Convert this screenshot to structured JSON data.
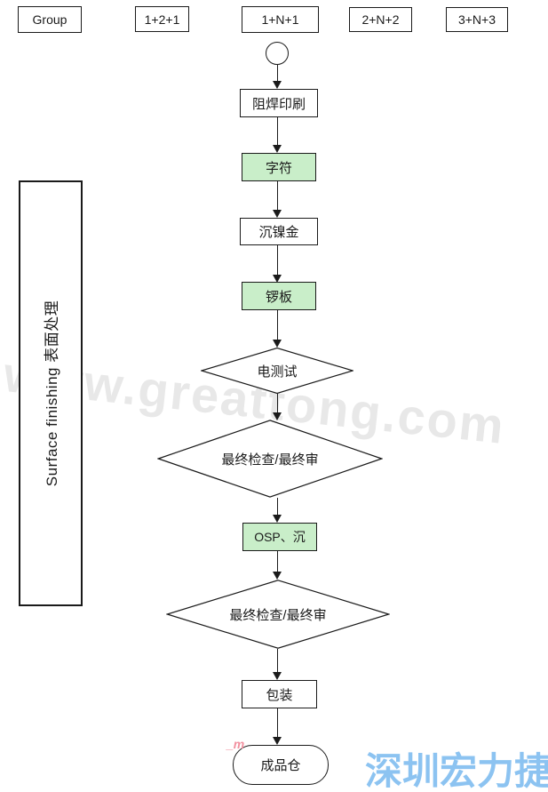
{
  "legend_row": {
    "items": [
      {
        "label": "Group"
      },
      {
        "label": "1+2+1"
      },
      {
        "label": "1+N+1"
      },
      {
        "label": "2+N+2"
      },
      {
        "label": "3+N+3"
      }
    ]
  },
  "side_panel": {
    "label": "Surface finishing 表面处理"
  },
  "flowchart": {
    "nodes": [
      {
        "id": "start",
        "type": "start-circle",
        "label": ""
      },
      {
        "id": "solder-mask-print",
        "type": "process",
        "label": "阻焊印刷"
      },
      {
        "id": "silkscreen-legend",
        "type": "process-highlight",
        "label": "字符"
      },
      {
        "id": "enig",
        "type": "process",
        "label": "沉镍金"
      },
      {
        "id": "routing",
        "type": "process-highlight",
        "label": "锣板"
      },
      {
        "id": "electrical-test",
        "type": "decision",
        "label": "电测试"
      },
      {
        "id": "final-inspection-1",
        "type": "decision",
        "label": "最终检查/最终审"
      },
      {
        "id": "osp",
        "type": "process-highlight",
        "label": "OSP、沉"
      },
      {
        "id": "final-inspection-2",
        "type": "decision",
        "label": "最终检查/最终审"
      },
      {
        "id": "packing",
        "type": "process",
        "label": "包装"
      },
      {
        "id": "finished-goods-warehouse",
        "type": "terminator",
        "label": "成品仓"
      }
    ]
  },
  "watermark": {
    "text": "www.greattong.com"
  },
  "stray_mark": {
    "text": "_m"
  },
  "brand": {
    "text": "深圳宏力捷",
    "color": "#8cc3f1"
  },
  "colors": {
    "highlight_green": "#c9eec9",
    "stroke": "#1a1a1a"
  }
}
